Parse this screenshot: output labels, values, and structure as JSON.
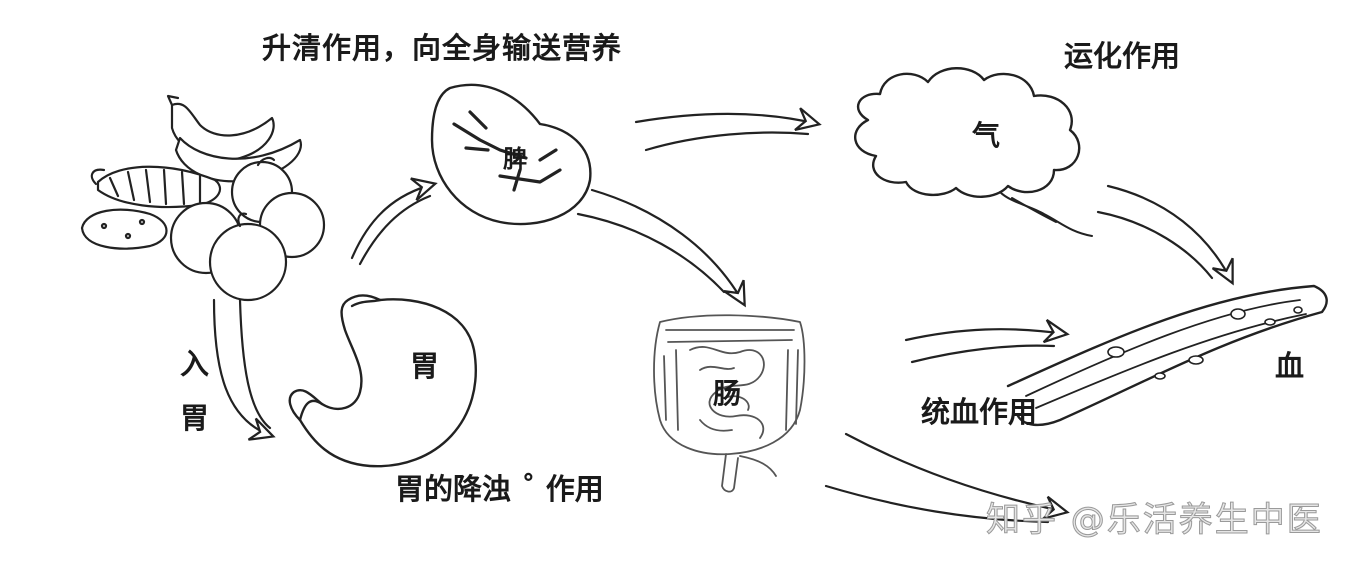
{
  "labels": {
    "top_caption": "升清作用，向全身输送营养",
    "yunhua": "运化作用",
    "qi": "气",
    "pi": "脾",
    "ru": "入",
    "wei_left": "胃",
    "wei_stomach": "胃",
    "chang": "肠",
    "xue": "血",
    "tongxue": "统血作用",
    "jiangzhuo": "胃的降浊 ˚ 作用"
  },
  "watermark": "知乎 @乐活养生中医",
  "icons": [
    "food-illustration",
    "stomach-illustration",
    "spleen-illustration",
    "qi-cloud-illustration",
    "intestine-illustration",
    "blood-vessel-illustration"
  ]
}
